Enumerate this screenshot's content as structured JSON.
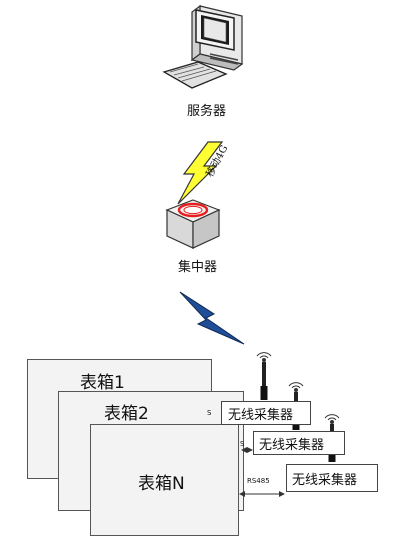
{
  "server": {
    "label": "服务器",
    "icon": "server-computer-icon"
  },
  "uplink": {
    "label": "移动4G",
    "icon": "lightning-bolt-icon",
    "color": "#ffff33"
  },
  "concentrator": {
    "label": "集中器",
    "icon": "concentrator-box-icon",
    "ring_color": "#e81d1d"
  },
  "downlink": {
    "icon": "lightning-bolt-icon",
    "color": "#1f4e99"
  },
  "meter_boxes": [
    {
      "label": "表箱1"
    },
    {
      "label": "表箱2"
    },
    {
      "label": "表箱N"
    }
  ],
  "collectors": [
    {
      "label": "无线采集器"
    },
    {
      "label": "无线采集器"
    },
    {
      "label": "无线采集器"
    }
  ],
  "link_labels": [
    {
      "text": "S"
    },
    {
      "text": "S"
    },
    {
      "text": "RS485"
    }
  ]
}
